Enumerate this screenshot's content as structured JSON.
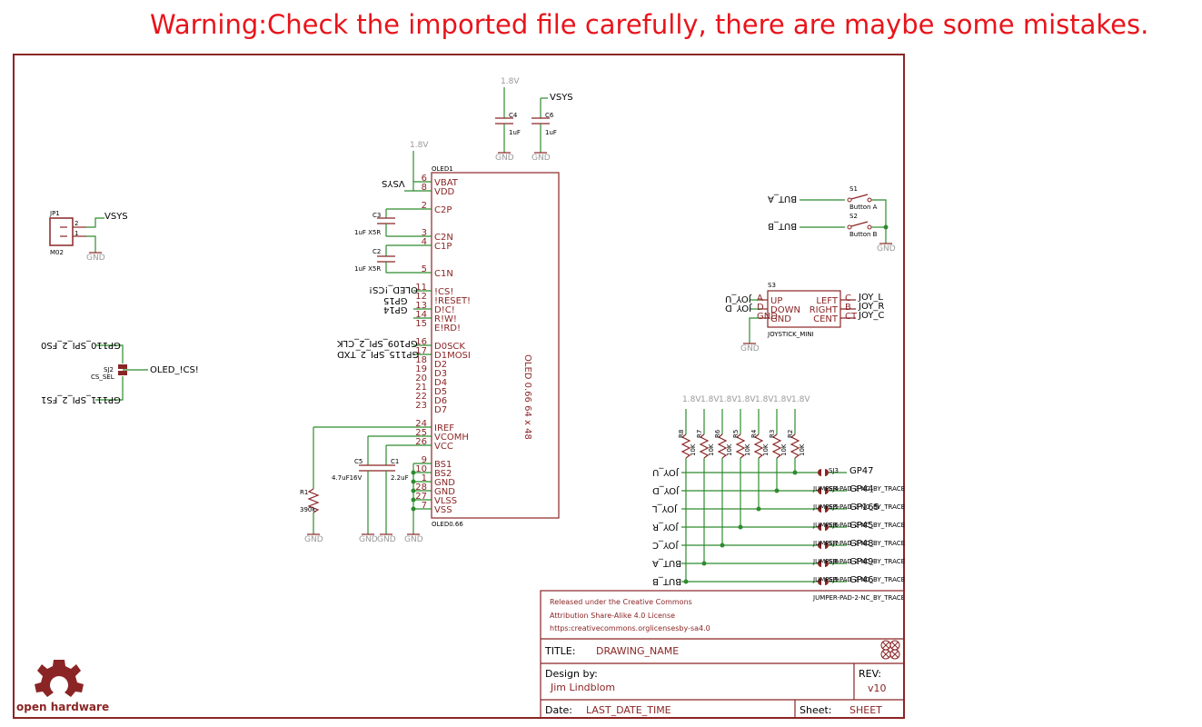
{
  "warning": "Warning:Check the imported file carefully, there are maybe some mistakes.",
  "colors": {
    "warning": "#e8141b",
    "frame": "#8b2525",
    "wire": "#2e8b2e",
    "power": "#999999",
    "pin": "#8b2525"
  },
  "power": {
    "v18": "1.8V",
    "vsys": "VSYS",
    "gnd": "GND"
  },
  "caps_top": {
    "c4": "C4",
    "c4_val": "1uF",
    "c6": "C6",
    "c6_val": "1uF"
  },
  "oled": {
    "ref": "OLED1",
    "part": "OLED0.66",
    "value": "OLED 0.66 64 x 48",
    "pins": [
      {
        "num": "6",
        "name": "VBAT"
      },
      {
        "num": "8",
        "name": "VDD"
      },
      {
        "num": "2",
        "name": "C2P"
      },
      {
        "num": "3",
        "name": "C2N"
      },
      {
        "num": "4",
        "name": "C1P"
      },
      {
        "num": "5",
        "name": "C1N"
      },
      {
        "num": "11",
        "name": "!CS!"
      },
      {
        "num": "12",
        "name": "!RESET!"
      },
      {
        "num": "13",
        "name": "D!C!"
      },
      {
        "num": "14",
        "name": "R!W!"
      },
      {
        "num": "15",
        "name": "E!RD!"
      },
      {
        "num": "16",
        "name": "D0SCK"
      },
      {
        "num": "17",
        "name": "D1MOSI"
      },
      {
        "num": "18",
        "name": "D2"
      },
      {
        "num": "19",
        "name": "D3"
      },
      {
        "num": "20",
        "name": "D4"
      },
      {
        "num": "21",
        "name": "D5"
      },
      {
        "num": "22",
        "name": "D6"
      },
      {
        "num": "23",
        "name": "D7"
      },
      {
        "num": "24",
        "name": "IREF"
      },
      {
        "num": "25",
        "name": "VCOMH"
      },
      {
        "num": "26",
        "name": "VCC"
      },
      {
        "num": "9",
        "name": "BS1"
      },
      {
        "num": "10",
        "name": "BS2"
      },
      {
        "num": "1",
        "name": "GND"
      },
      {
        "num": "28",
        "name": "GND"
      },
      {
        "num": "27",
        "name": "VLSS"
      },
      {
        "num": "7",
        "name": "VSS"
      }
    ]
  },
  "nets_left": {
    "vsys": "VSYS",
    "oled_cs": "OLED_!CS!",
    "gp15": "GP15",
    "gp14": "GP14",
    "gp109": "GP109_SPI_2_CLK",
    "gp115": "GP115_SPI_2_TXD"
  },
  "caps_mid": {
    "c3": "C3",
    "c3_val": "1uF X5R",
    "c2": "C2",
    "c2_val": "1uF X5R",
    "c5": "C5",
    "c5_val": "4.7uF16V",
    "c1": "C1",
    "c1_val": "2.2uF",
    "r1": "R1",
    "r1_val": "390k"
  },
  "jp1": {
    "ref": "JP1",
    "part": "M02",
    "pin2": "2",
    "pin1": "1",
    "net": "VSYS"
  },
  "sj2": {
    "ref": "SJ2",
    "part": "CS_SEL",
    "top": "GP110_SPI_2_FS0",
    "bottom": "GP111_SPI_2_FS1",
    "out": "OLED_!CS!"
  },
  "buttons": {
    "s1": "S1",
    "s1_val": "Button A",
    "s2": "S2",
    "s2_val": "Button B",
    "but_a": "BUT_A",
    "but_b": "BUT_B"
  },
  "joystick": {
    "ref": "S3",
    "part": "JOYSTICK_MINI",
    "pins_left": [
      {
        "num": "A",
        "name": "UP"
      },
      {
        "num": "D",
        "name": "DOWN"
      },
      {
        "num": "GND",
        "name": "GND"
      }
    ],
    "pins_right": [
      {
        "num": "C",
        "name": "LEFT"
      },
      {
        "num": "B",
        "name": "RIGHT"
      },
      {
        "num": "CT",
        "name": "CENT"
      }
    ],
    "net_up": "JOY_U",
    "net_down": "JOY_D",
    "net_l": "JOY_L",
    "net_r": "JOY_R",
    "net_c": "JOY_C"
  },
  "resistors": [
    {
      "ref": "R8",
      "val": "10K"
    },
    {
      "ref": "R7",
      "val": "10K"
    },
    {
      "ref": "R6",
      "val": "10K"
    },
    {
      "ref": "R5",
      "val": "10K"
    },
    {
      "ref": "R4",
      "val": "10K"
    },
    {
      "ref": "R3",
      "val": "10K"
    },
    {
      "ref": "R2",
      "val": "10K"
    }
  ],
  "jumpers": [
    {
      "net": "JOY_U",
      "ref": "SJ3",
      "gp": "GP47",
      "part": ""
    },
    {
      "net": "JOY_D",
      "ref": "SJ4",
      "gp": "GP44",
      "part": "JUMPER-PAD-2-NC_BY_TRACE"
    },
    {
      "net": "JOY_L",
      "ref": "SJ5",
      "gp": "GP165",
      "part": "JUMPER-PAD-2-NC_BY_TRACE"
    },
    {
      "net": "JOY_R",
      "ref": "SJ6",
      "gp": "GP45",
      "part": "JUMPER-PAD-2-NC_BY_TRACE"
    },
    {
      "net": "JOY_C",
      "ref": "SJ7",
      "gp": "GP48",
      "part": "JUMPER-PAD-2-NC_BY_TRACE"
    },
    {
      "net": "BUT_A",
      "ref": "SJ8",
      "gp": "GP49",
      "part": "JUMPER-PAD-2-NC_BY_TRACE"
    },
    {
      "net": "BUT_B",
      "ref": "SJ9",
      "gp": "GP46",
      "part": "JUMPER-PAD-2-NC_BY_TRACE"
    }
  ],
  "jumper_last_part": "JUMPER-PAD-2-NC_BY_TRACE",
  "title_block": {
    "license1": "Released under the Creative Commons",
    "license2": "Attribution Share-Alike 4.0 License",
    "license3": "https:creativecommons.orglicensesby-sa4.0",
    "title_label": "TITLE:",
    "title": "DRAWING_NAME",
    "design_label": "Design by:",
    "designer": "Jim Lindblom",
    "rev_label": "REV:",
    "rev": "v10",
    "date_label": "Date:",
    "date": "LAST_DATE_TIME",
    "sheet_label": "Sheet:",
    "sheet": "SHEET"
  },
  "logo_text": "open hardware"
}
